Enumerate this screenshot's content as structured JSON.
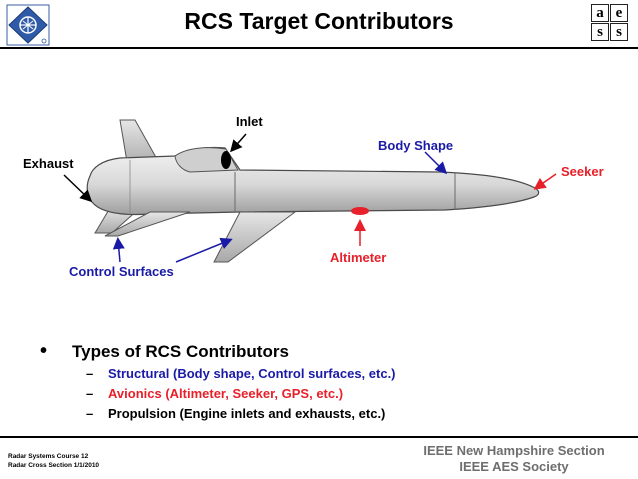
{
  "title": "RCS Target Contributors",
  "labels": {
    "inlet": "Inlet",
    "body_shape": "Body Shape",
    "exhaust": "Exhaust",
    "seeker": "Seeker",
    "altimeter": "Altimeter",
    "control_surfaces": "Control Surfaces"
  },
  "bullets": {
    "main": "Types of RCS Contributors",
    "sub": [
      {
        "text": "Structural (Body shape, Control surfaces, etc.)",
        "color": "#1a1aa6"
      },
      {
        "text": "Avionics (Altimeter, Seeker, GPS, etc.)",
        "color": "#e8202a"
      },
      {
        "text": "Propulsion (Engine inlets and exhausts, etc.)",
        "color": "#000000"
      }
    ],
    "bullet_char": "•",
    "dash_char": "–"
  },
  "footer": {
    "left_line1": "Radar Systems Course   12",
    "left_line2": "Radar Cross Section  1/1/2010",
    "right_line1": "IEEE New Hampshire Section",
    "right_line2": "IEEE AES Society"
  },
  "aes_logo": [
    "a",
    "e",
    "s",
    "s"
  ],
  "colors": {
    "blue": "#1a1aa6",
    "red": "#e8202a",
    "footer_gray": "#6e6e6e"
  }
}
